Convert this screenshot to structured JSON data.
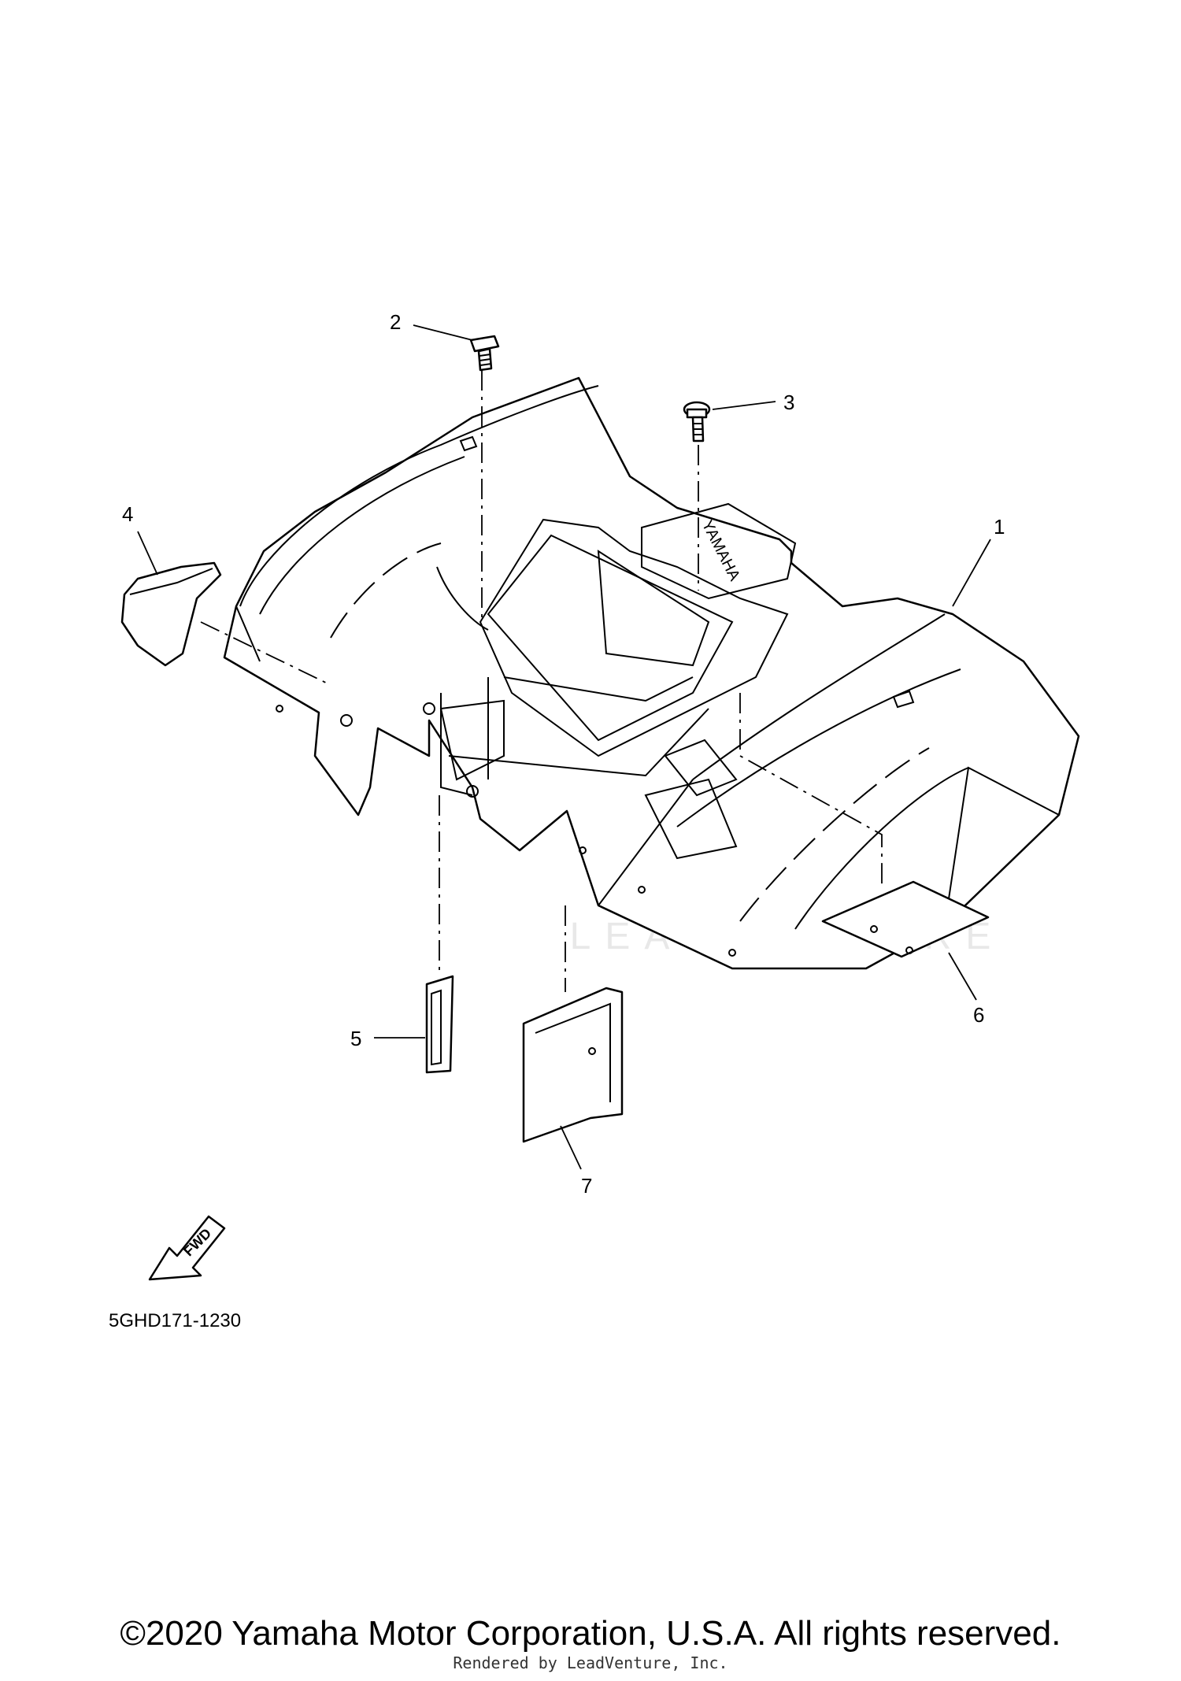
{
  "diagram": {
    "callouts": [
      {
        "id": "1",
        "label": "1"
      },
      {
        "id": "2",
        "label": "2"
      },
      {
        "id": "3",
        "label": "3"
      },
      {
        "id": "4",
        "label": "4"
      },
      {
        "id": "5",
        "label": "5"
      },
      {
        "id": "6",
        "label": "6"
      },
      {
        "id": "7",
        "label": "7"
      }
    ],
    "fender_logo_text": "YAMAHA",
    "fwd_arrow_label": "FWD",
    "diagram_code": "5GHD171-1230",
    "watermark": "LEADVENTURE"
  },
  "footer": {
    "copyright": "©2020 Yamaha Motor Corporation, U.S.A. All rights reserved.",
    "rendered_by": "Rendered by LeadVenture, Inc."
  }
}
